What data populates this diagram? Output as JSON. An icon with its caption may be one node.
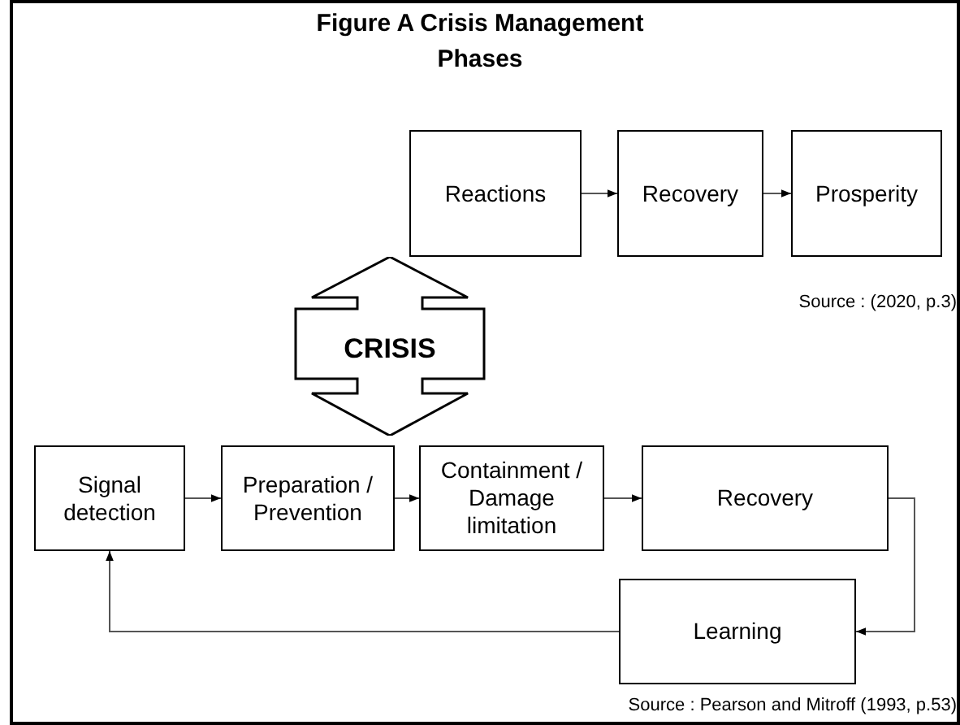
{
  "diagram": {
    "title": "Figure A Crisis Management Phases",
    "nodes": [
      {
        "text": [
          "Reactions"
        ]
      },
      {
        "text": [
          "Recovery"
        ]
      },
      {
        "text": [
          "Prosperity"
        ]
      },
      {
        "text": [
          "CRISIS"
        ]
      },
      {
        "text": [
          "Signal detection"
        ]
      },
      {
        "text": [
          "Preparation / Prevention"
        ]
      },
      {
        "text": [
          "Containment / Damage limitation"
        ]
      },
      {
        "text": [
          "Recovery"
        ]
      },
      {
        "text": [
          "Learning"
        ]
      }
    ],
    "edges": [
      {
        "from": 0,
        "to": 1,
        "arrow": "to"
      },
      {
        "from": 1,
        "to": 2,
        "arrow": "to"
      },
      {
        "from": 4,
        "to": 5,
        "arrow": "to"
      },
      {
        "from": 5,
        "to": 6,
        "arrow": "to"
      },
      {
        "from": 6,
        "to": 7,
        "arrow": "to"
      },
      {
        "from": 7,
        "to": 8,
        "arrow": "to"
      },
      {
        "from": 8,
        "to": 4,
        "arrow": "to"
      }
    ],
    "labels": [
      "Source : (2020, p.3)",
      "Source : Pearson and Mitroff (1993, p.53)"
    ]
  }
}
